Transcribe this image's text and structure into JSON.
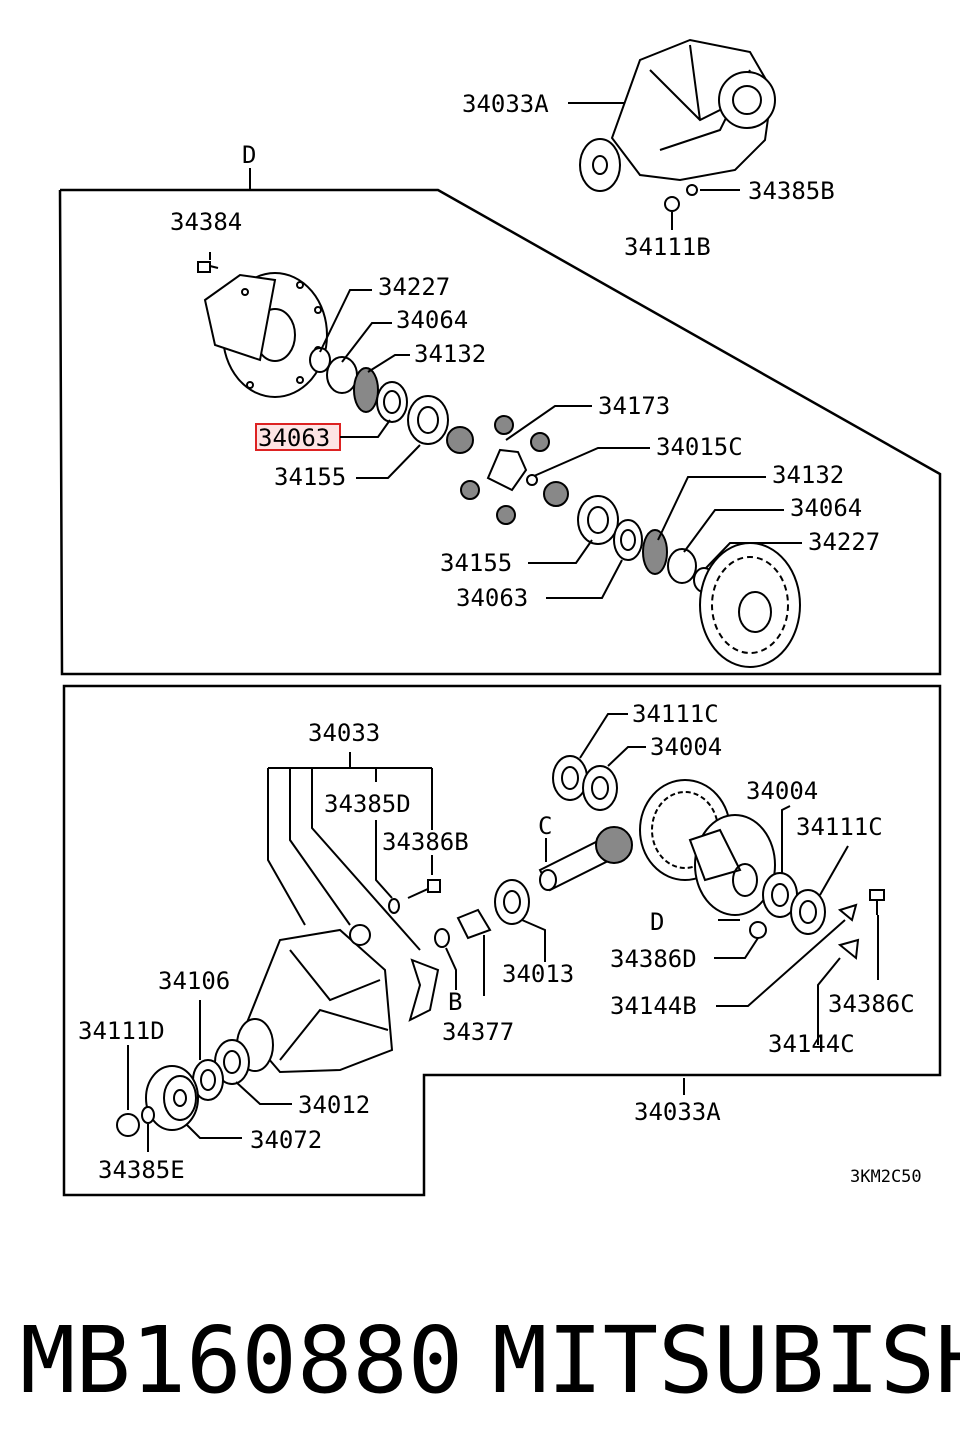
{
  "labels": {
    "top_housing": "34033A",
    "d_top": "D",
    "l_34385b": "34385B",
    "l_34111b": "34111B",
    "l_34384": "34384",
    "l_34227_a": "34227",
    "l_34064_a": "34064",
    "l_34132_a": "34132",
    "l_34063_hl": "34063",
    "l_34155_a": "34155",
    "l_34173": "34173",
    "l_34015c": "34015C",
    "l_34132_b": "34132",
    "l_34064_b": "34064",
    "l_34227_b": "34227",
    "l_34155_b": "34155",
    "l_34063_b": "34063",
    "l_34033": "34033",
    "l_34385d": "34385D",
    "l_34386b": "34386B",
    "l_34111c_a": "34111C",
    "l_34004_a": "34004",
    "l_c": "C",
    "l_34004_b": "34004",
    "l_34111c_b": "34111C",
    "l_d_bottom": "D",
    "l_34013": "34013",
    "l_b": "B",
    "l_34377": "34377",
    "l_34386d": "34386D",
    "l_34144b": "34144B",
    "l_34386c": "34386C",
    "l_34144c": "34144C",
    "l_34106": "34106",
    "l_34111d": "34111D",
    "l_34012": "34012",
    "l_34072": "34072",
    "l_34385e": "34385E",
    "l_34033a_bottom": "34033A",
    "ref_code": "3KM2C50"
  },
  "footer": {
    "part_number": "MB160880",
    "brand": "MITSUBISHI"
  },
  "colors": {
    "highlight_fill": "#fde4e4",
    "highlight_stroke": "#dd2222"
  }
}
